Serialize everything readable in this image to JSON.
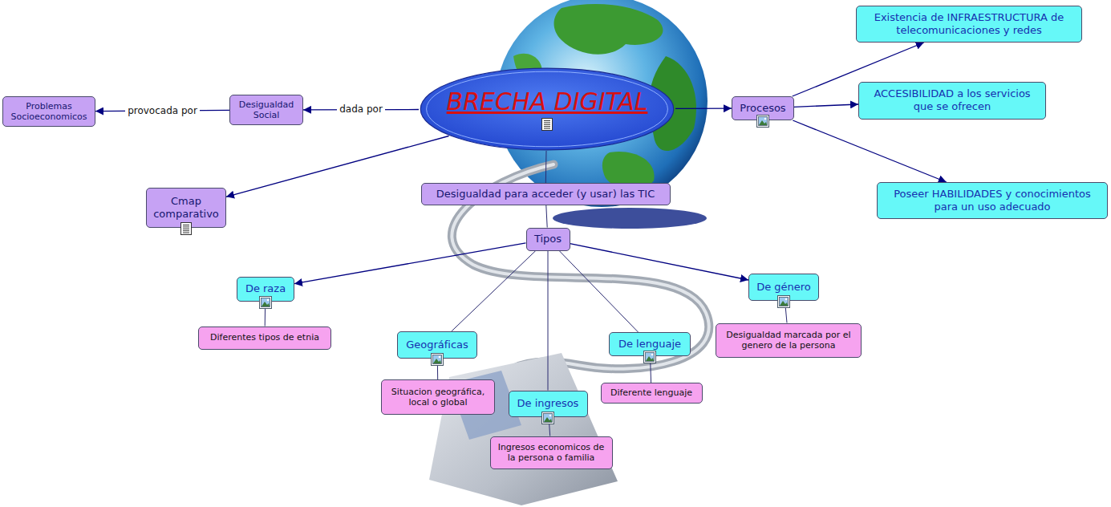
{
  "diagram": {
    "nodes": [
      {
        "text": [
          "BRECHA DIGITAL"
        ]
      },
      {
        "text": [
          "Desigualdad Social"
        ]
      },
      {
        "text": [
          "Problemas Socioeconomicos"
        ]
      },
      {
        "text": [
          "Procesos"
        ]
      },
      {
        "text": [
          "Existencia de INFRAESTRUCTURA de telecomunicaciones y redes"
        ]
      },
      {
        "text": [
          "ACCESIBILIDAD a los servicios que se ofrecen"
        ]
      },
      {
        "text": [
          "Poseer HABILIDADES y conocimientos para un uso adecuado"
        ]
      },
      {
        "text": [
          "Cmap comparativo"
        ]
      },
      {
        "text": [
          "Desigualdad para acceder (y usar) las TIC"
        ]
      },
      {
        "text": [
          "Tipos"
        ]
      },
      {
        "text": [
          "De raza"
        ]
      },
      {
        "text": [
          "De género"
        ]
      },
      {
        "text": [
          "Diferentes tipos de etnia"
        ]
      },
      {
        "text": [
          "Desigualdad marcada por el genero de la persona"
        ]
      },
      {
        "text": [
          "Geográficas"
        ]
      },
      {
        "text": [
          "De lenguaje"
        ]
      },
      {
        "text": [
          "Situacion geográfica, local o global"
        ]
      },
      {
        "text": [
          "De ingresos"
        ]
      },
      {
        "text": [
          "Diferente lenguaje"
        ]
      },
      {
        "text": [
          "Ingresos economicos de la persona o familia"
        ]
      }
    ],
    "edges": [
      {
        "from": 0,
        "to": 1,
        "label": "dada por",
        "arrow": "to"
      },
      {
        "from": 1,
        "to": 2,
        "label": "provocada por",
        "arrow": "to"
      },
      {
        "from": 0,
        "to": 3,
        "arrow": "to"
      },
      {
        "from": 3,
        "to": 4,
        "arrow": "to"
      },
      {
        "from": 3,
        "to": 5,
        "arrow": "to"
      },
      {
        "from": 3,
        "to": 6,
        "arrow": "to"
      },
      {
        "from": 0,
        "to": 7,
        "arrow": "to"
      },
      {
        "from": 0,
        "to": 8,
        "arrow": "none"
      },
      {
        "from": 8,
        "to": 9,
        "arrow": "none"
      },
      {
        "from": 9,
        "to": 10,
        "arrow": "to"
      },
      {
        "from": 9,
        "to": 11,
        "arrow": "to"
      },
      {
        "from": 9,
        "to": 14,
        "arrow": "none"
      },
      {
        "from": 9,
        "to": 17,
        "arrow": "none"
      },
      {
        "from": 9,
        "to": 15,
        "arrow": "none"
      },
      {
        "from": 10,
        "to": 12,
        "arrow": "none"
      },
      {
        "from": 11,
        "to": 13,
        "arrow": "none"
      },
      {
        "from": 14,
        "to": 16,
        "arrow": "none"
      },
      {
        "from": 15,
        "to": 18,
        "arrow": "none"
      },
      {
        "from": 17,
        "to": 19,
        "arrow": "none"
      }
    ]
  }
}
